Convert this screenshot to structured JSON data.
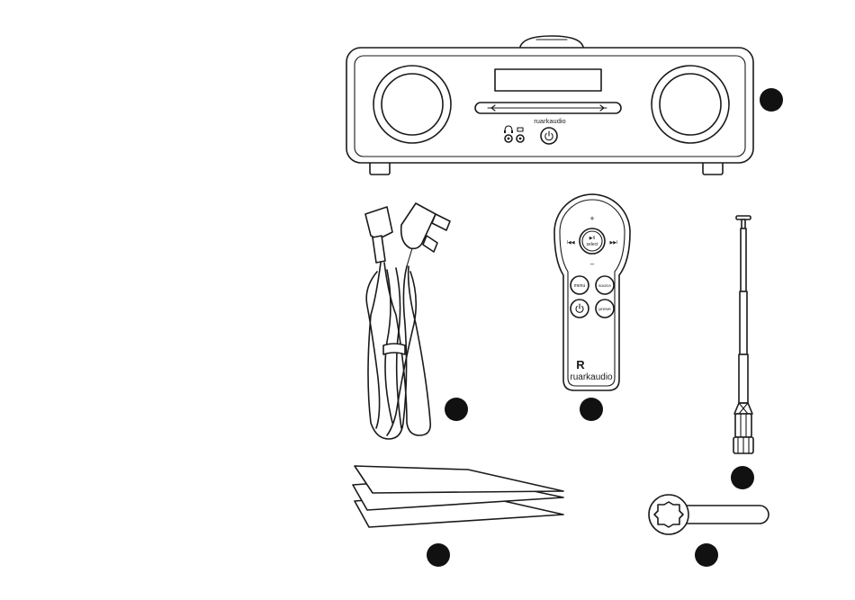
{
  "radio": {
    "brand": "ruarkaudio"
  },
  "remote": {
    "brand": "ruarkaudio",
    "logo_glyph": "R",
    "plus_label": "+",
    "minus_label": "–",
    "play_label": "▶II",
    "select_label": "select",
    "prev_label": "I◀◀",
    "next_label": "▶▶I",
    "menu_label": "menu",
    "source_label": "source",
    "power_label": "⏻",
    "preset_label": "preset"
  },
  "colors": {
    "line": "#1a1a1a",
    "marker": "#111111",
    "background": "#ffffff"
  },
  "icons": [
    "headphone-icon",
    "aux-input-icon",
    "power-icon"
  ]
}
